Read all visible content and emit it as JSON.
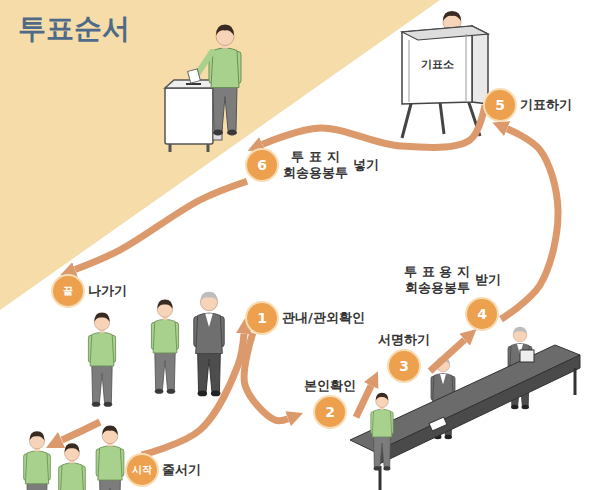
{
  "diagram": {
    "title": "투표순서",
    "nodes": [
      {
        "text": [
          "시작",
          "줄서기"
        ]
      },
      {
        "text": [
          "1",
          "관내/관외확인"
        ]
      },
      {
        "text": [
          "2",
          "본인확인"
        ]
      },
      {
        "text": [
          "3",
          "서명하기"
        ]
      },
      {
        "text": [
          "4",
          "투 표 용 지 회송용봉투",
          "받기"
        ]
      },
      {
        "text": [
          "5",
          "기표하기"
        ]
      },
      {
        "text": [
          "6",
          "투 표 지 회송용봉투",
          "넣기"
        ]
      },
      {
        "text": [
          "끝",
          "나가기"
        ]
      }
    ],
    "edges": [
      {
        "from": 0,
        "to": 1,
        "arrow": "to"
      },
      {
        "from": 1,
        "to": 2,
        "arrow": "to"
      },
      {
        "from": 2,
        "to": 3,
        "arrow": "to"
      },
      {
        "from": 3,
        "to": 4,
        "arrow": "to"
      },
      {
        "from": 4,
        "to": 5,
        "arrow": "to"
      },
      {
        "from": 5,
        "to": 6,
        "arrow": "to"
      },
      {
        "from": 6,
        "to": 7,
        "arrow": "to"
      }
    ],
    "labels": [
      "기표소"
    ]
  }
}
